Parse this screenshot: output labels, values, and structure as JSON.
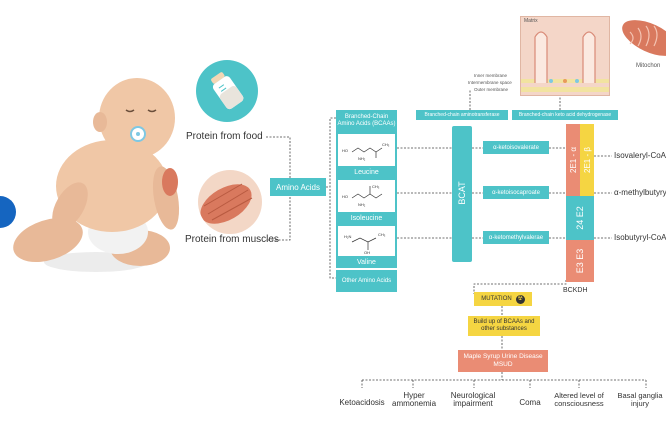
{
  "intro": {
    "protein_food": "Protein from food",
    "protein_muscles": "Protein from muscles",
    "amino_acids": "Amino Acids"
  },
  "bcaa": {
    "header": "Branched-Chain Amino Acids (BCAAs)",
    "leucine": "Leucine",
    "isoleucine": "Isoleucine",
    "valine": "Valine",
    "other": "Other Amino Acids"
  },
  "mito": {
    "matrix": "Matrix",
    "inner": "Inner membrane",
    "intermembrane": "Intermembrane space",
    "outer": "Outer membrane",
    "mitochondrion": "Mitochon"
  },
  "enzymes": {
    "bcat_label": "Branched-chain aminotransferase",
    "bckd_label": "Branched-chain keto acid dehydrogenase",
    "bcat": "BCAT",
    "e1a": "2E1 - α",
    "e1b": "2E1 - β",
    "e2": "24 E2",
    "e3": "E3 E3",
    "bckdh": "BCKDH"
  },
  "keto": {
    "k1": "α-ketoisovalerate",
    "k2": "α-ketoisocaproate",
    "k3": "α-ketomethylvalerae"
  },
  "products": {
    "p1": "Isovaleryl-CoA",
    "p2": "α-methylbutyry",
    "p3": "Isobutyryl-CoA"
  },
  "path": {
    "mutation": "MUTATION",
    "buildup": "Build up of BCAAs and other substances",
    "msud": "Maple Syrup Urine Disease MSUD"
  },
  "symptoms": [
    "Ketoacidosis",
    "Hyper ammonemia",
    "Neurological impairment",
    "Coma",
    "Altered level of consciousness",
    "Basal ganglia injury"
  ]
}
